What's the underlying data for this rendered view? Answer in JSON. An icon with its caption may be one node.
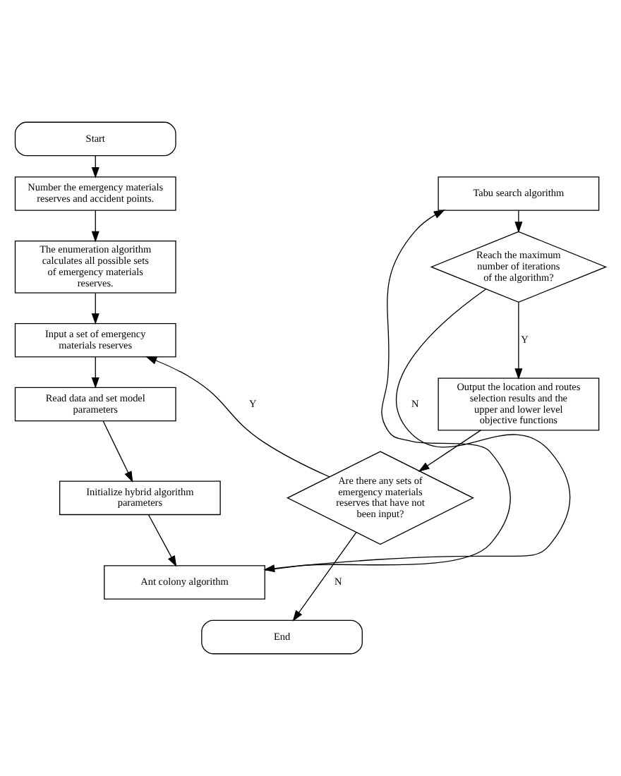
{
  "diagram": {
    "nodes": [
      {
        "text": [
          "Start"
        ]
      },
      {
        "text": [
          "Number the emergency materials reserves and accident points."
        ]
      },
      {
        "text": [
          "The enumeration algorithm calculates all possible sets of emergency materials reserves."
        ]
      },
      {
        "text": [
          "Input a set of emergency materials reserves"
        ]
      },
      {
        "text": [
          "Read data and set model parameters"
        ]
      },
      {
        "text": [
          "Initialize hybrid algorithm parameters"
        ]
      },
      {
        "text": [
          "Ant colony algorithm"
        ]
      },
      {
        "text": [
          "Tabu search algorithm"
        ]
      },
      {
        "text": [
          "Reach the maximum number of iterations of the algorithm?"
        ]
      },
      {
        "text": [
          "Output the location and routes selection results and the upper and lower level objective functions"
        ]
      },
      {
        "text": [
          "Are there any sets of emergency materials reserves that have not been input?"
        ]
      },
      {
        "text": [
          "End"
        ]
      }
    ],
    "edges": [
      {
        "from": 0,
        "to": 1,
        "arrow": "to"
      },
      {
        "from": 1,
        "to": 2,
        "arrow": "to"
      },
      {
        "from": 2,
        "to": 3,
        "arrow": "to"
      },
      {
        "from": 3,
        "to": 4,
        "arrow": "to"
      },
      {
        "from": 4,
        "to": 5,
        "arrow": "to"
      },
      {
        "from": 5,
        "to": 6,
        "arrow": "to"
      },
      {
        "from": 6,
        "to": 7,
        "arrow": "to"
      },
      {
        "from": 7,
        "to": 8,
        "arrow": "to"
      },
      {
        "from": 8,
        "to": 9,
        "arrow": "to",
        "label": "Y"
      },
      {
        "from": 8,
        "to": 6,
        "arrow": "to",
        "label": "N"
      },
      {
        "from": 9,
        "to": 10,
        "arrow": "to"
      },
      {
        "from": 10,
        "to": 3,
        "arrow": "to",
        "label": "Y"
      },
      {
        "from": 10,
        "to": 11,
        "arrow": "to",
        "label": "N"
      }
    ]
  }
}
